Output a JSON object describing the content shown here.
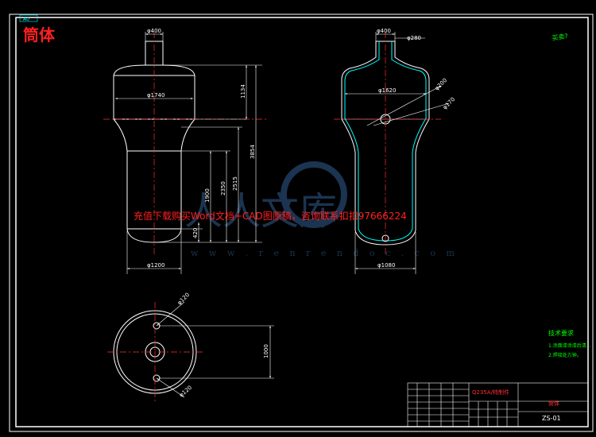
{
  "drawing": {
    "sheet_size": "A0",
    "title": "筒体",
    "material": "Q235A/特制件",
    "drawing_code": "ZS-01",
    "part_name_block": "筒体",
    "corner_note": "买卖?",
    "promo_text": "充值下载购买Word文档+CAD图原稿，咨询联系扣扣97666224",
    "watermark_url": "w w w . r e n r e n d o c . c o m",
    "watermark_cn": "人人文库"
  },
  "front_view": {
    "dims": {
      "top_dia": "φ400",
      "body_dia": "φ1740",
      "bottom_dia": "φ1200",
      "h_upper": "1134",
      "h_total": "3854",
      "h_mid": "2515",
      "h_lower": "2350",
      "h_base": "1900",
      "h_small": "420"
    }
  },
  "section_view": {
    "dims": {
      "top_dia": "φ400",
      "top_side": "φ280",
      "body_dia": "φ1620",
      "hole_a": "φ200",
      "hole_b": "φ170",
      "bottom_dia": "φ1080"
    }
  },
  "top_view": {
    "dims": {
      "hole_top": "φ120",
      "hole_bottom": "φ120",
      "height": "1000"
    }
  },
  "tech_req": {
    "title": "技术要求",
    "items": [
      "1.涂面漆涂漆后清...",
      "2.焊接处方钟。"
    ]
  }
}
